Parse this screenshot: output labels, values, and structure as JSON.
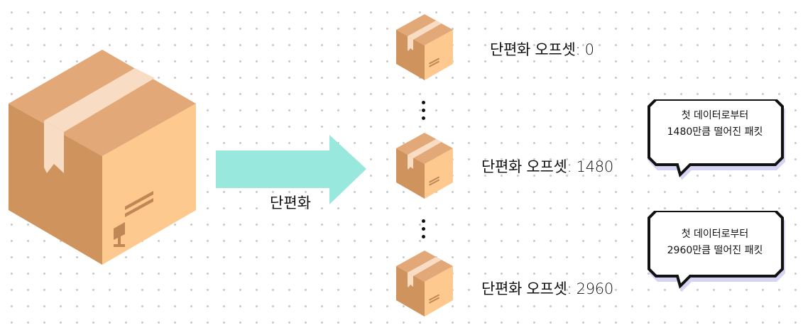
{
  "arrow_label": "단편화",
  "fragments": [
    {
      "offset_label": "단편화 오프셋: 0"
    },
    {
      "offset_label": "단편화 오프셋: 1480"
    },
    {
      "offset_label": "단편화 오프셋: 2960"
    }
  ],
  "bubbles": [
    {
      "line1": "첫 데이터로부터",
      "line2": "1480만큼 떨어진 패킷"
    },
    {
      "line1": "첫 데이터로부터",
      "line2": "2960만큼 떨어진 패킷"
    }
  ],
  "colors": {
    "arrow": "#98e8de",
    "box_top": "#e2a878",
    "box_left": "#cf935d",
    "box_right": "#fdc98e",
    "tape": "#f8dcc4",
    "bubble_shadow": "#d5d4f4"
  }
}
